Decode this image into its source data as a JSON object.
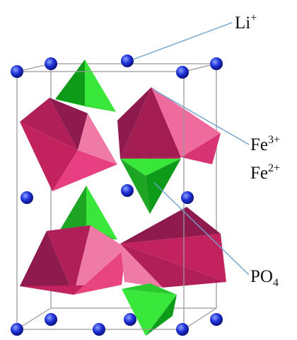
{
  "figure": {
    "colors": {
      "background": "#ffffff",
      "cell_edge": "#9a9a9a",
      "leader_line": "#6fa3cc",
      "li_ion": "#1d2fd6",
      "octahedron_dark": "#8e1a4e",
      "octahedron_mid": "#c2235f",
      "octahedron_light": "#ef6b9e",
      "tetrahedron_dark": "#0e9b19",
      "tetrahedron_light": "#39e63a"
    },
    "labels": {
      "li": {
        "base": "Li",
        "sup": "+"
      },
      "fe3": {
        "base": "Fe",
        "sup": "3+"
      },
      "fe2": {
        "base": "Fe",
        "sup": "2+"
      },
      "po4": {
        "base": "PO",
        "sub": "4"
      }
    }
  }
}
